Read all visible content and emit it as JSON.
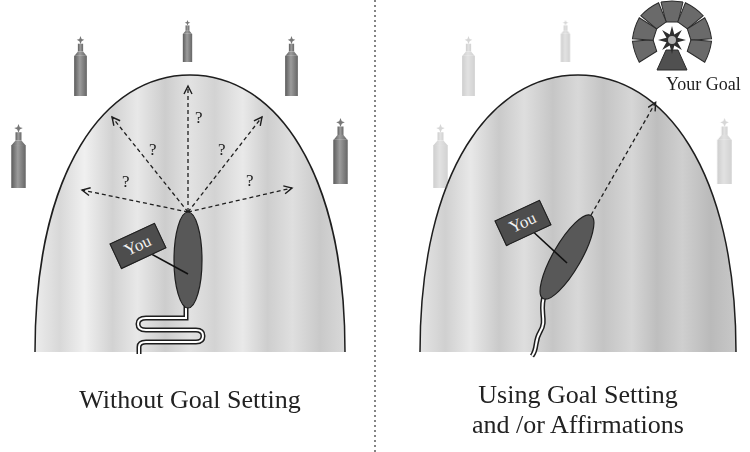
{
  "diagram": {
    "nodes": [
      {
        "text": [
          "You"
        ]
      },
      {
        "text": [
          "You"
        ]
      },
      {
        "text": [
          "Your Goal"
        ]
      }
    ],
    "edges": [
      {
        "from": 1,
        "to": 2,
        "arrow": "to"
      }
    ],
    "labels": [
      "?",
      "?",
      "?",
      "?",
      "?",
      "Without Goal Setting",
      "Using Goal Setting and /or Affirmations"
    ]
  }
}
